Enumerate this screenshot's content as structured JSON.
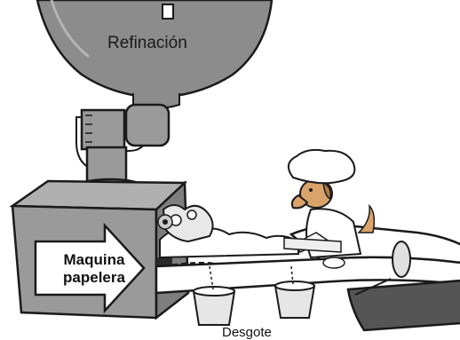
{
  "labels": {
    "refining": "Refinación",
    "machine_line1": "Maquina",
    "machine_line2": "papelera",
    "drainage": "Desgote"
  },
  "colors": {
    "tank_fill": "#8c8c8c",
    "machine_fill": "#9a9a9a",
    "outline": "#1a1a1a",
    "paper": "#ffffff",
    "dog_fur": "#d9a36a"
  }
}
